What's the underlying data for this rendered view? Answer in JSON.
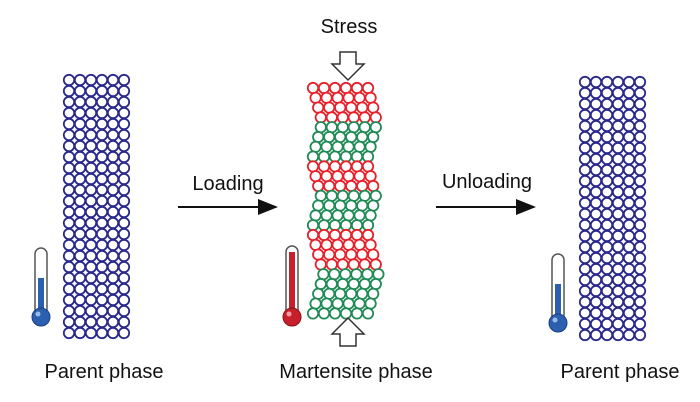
{
  "labels": {
    "stress": "Stress",
    "loading": "Loading",
    "unloading": "Unloading",
    "parent_left": "Parent phase",
    "martensite": "Martensite phase",
    "parent_right": "Parent phase"
  },
  "lattice": {
    "parent_columns": 6,
    "parent_rows": 24,
    "martensite_columns": 6,
    "martensite_bands": [
      {
        "color_role": "red",
        "rows": 4,
        "shear": "right"
      },
      {
        "color_role": "green",
        "rows": 4,
        "shear": "left"
      },
      {
        "color_role": "red",
        "rows": 3,
        "shear": "right"
      },
      {
        "color_role": "green",
        "rows": 4,
        "shear": "left"
      },
      {
        "color_role": "red",
        "rows": 4,
        "shear": "right"
      },
      {
        "color_role": "green",
        "rows": 5,
        "shear": "left"
      }
    ]
  },
  "thermometers": [
    {
      "name": "cold",
      "fill": "blue"
    },
    {
      "name": "hot",
      "fill": "red"
    },
    {
      "name": "cold",
      "fill": "blue"
    }
  ],
  "icons": {
    "stress_arrow_top": "down-arrow-icon",
    "stress_arrow_bottom": "up-arrow-icon",
    "process_arrow": "right-arrow-icon",
    "thermometer": "thermometer-icon"
  },
  "colors": {
    "parent_atom": "#2b2a8c",
    "martensite_red": "#e8202a",
    "martensite_green": "#1f8a55",
    "thermo_blue": "#2c5fb0",
    "thermo_red": "#c8202a",
    "arrow": "#111111"
  }
}
